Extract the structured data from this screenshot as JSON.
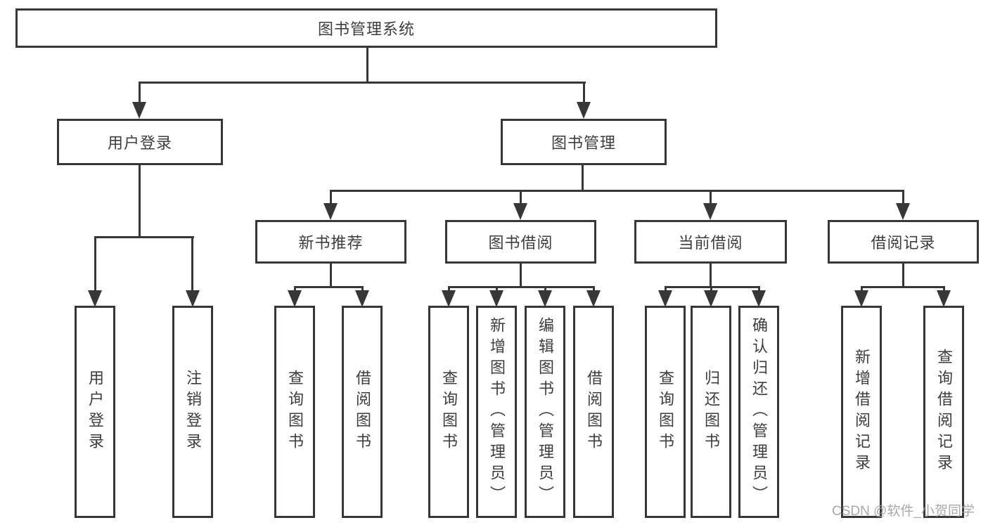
{
  "title": {
    "label": "图书管理系统"
  },
  "nodes": {
    "user_login": "用户登录",
    "book_management": "图书管理",
    "new_book_recommend": "新书推荐",
    "book_borrow": "图书借阅",
    "current_borrow": "当前借阅",
    "borrow_records": "借阅记录"
  },
  "leaves": {
    "user_login": [
      "用户登录",
      "注销登录"
    ],
    "new_book_recommend": [
      "查询图书",
      "借阅图书"
    ],
    "book_borrow": [
      "查询图书",
      "新增图书（管理员）",
      "编辑图书（管理员）",
      "借阅图书"
    ],
    "current_borrow": [
      "查询图书",
      "归还图书",
      "确认归还（管理员）"
    ],
    "borrow_records": [
      "新增借阅记录",
      "查询借阅记录"
    ]
  },
  "watermark": "CSDN @软件_小贺同学",
  "colors": {
    "line": "#373737",
    "text": "#3d3d3d",
    "background": "#ffffff",
    "watermark": "#9e9e9e"
  }
}
